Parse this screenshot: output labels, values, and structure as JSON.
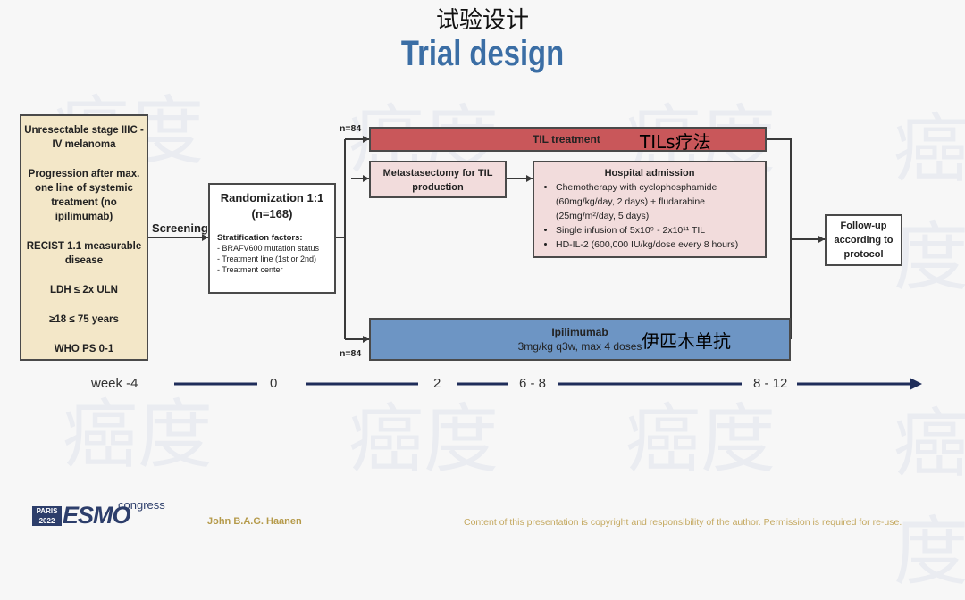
{
  "header": {
    "zh_title": "试验设计",
    "title": "Trial design"
  },
  "eligibility": {
    "items": [
      "Unresectable stage IIIC - IV melanoma",
      "Progression after max. one line of systemic treatment (no ipilimumab)",
      "RECIST 1.1 measurable disease",
      "LDH ≤ 2x ULN",
      "≥18 ≤ 75 years",
      "WHO PS 0-1"
    ]
  },
  "screening_label": "Screening",
  "randomization": {
    "title": "Randomization 1:1",
    "n": "(n=168)",
    "strat_title": "Stratification factors:",
    "strat_items": [
      "- BRAFV600 mutation status",
      "- Treatment line (1st or 2nd)",
      "- Treatment center"
    ]
  },
  "arm_til": {
    "n": "n=84",
    "label": "TIL treatment",
    "zh_label": "TILs疗法",
    "metastasectomy": "Metastasectomy for TIL production",
    "hospital": {
      "title": "Hospital admission",
      "items": [
        "Chemotherapy with cyclophosphamide (60mg/kg/day, 2 days) + fludarabine (25mg/m²/day, 5 days)",
        "Single infusion of 5x10⁹ - 2x10¹¹ TIL",
        "HD-IL-2 (600,000 IU/kg/dose every 8 hours)"
      ]
    }
  },
  "arm_ipi": {
    "n": "n=84",
    "label": "Ipilimumab",
    "dose": "3mg/kg q3w, max 4 doses",
    "zh_label": "伊匹木单抗"
  },
  "follow_up": "Follow-up according to protocol",
  "timeline": {
    "labels": [
      "week -4",
      "0",
      "2",
      "6 - 8",
      "8 - 12"
    ]
  },
  "watermark": "癌度",
  "footer": {
    "esmo_city": "PARIS",
    "esmo_year": "2022",
    "esmo_name": "ESMO",
    "esmo_congress": "congress",
    "author": "John B.A.G. Haanen",
    "copyright": "Content of this presentation is copyright and responsibility of the author. Permission is required for re-use."
  }
}
